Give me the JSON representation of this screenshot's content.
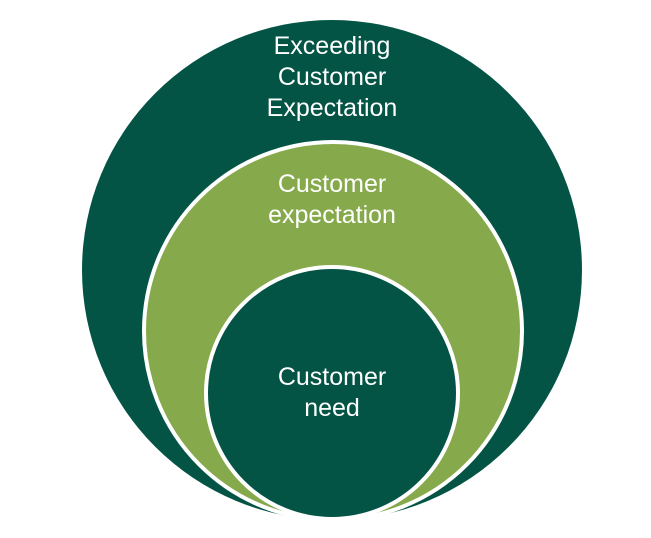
{
  "diagram": {
    "type": "nested-circles",
    "layers": [
      {
        "id": "outer",
        "label": "Exceeding\nCustomer\nExpectation",
        "color": "#045446"
      },
      {
        "id": "middle",
        "label": "Customer\nexpectation",
        "color": "#86a94b"
      },
      {
        "id": "inner",
        "label": "Customer\nneed",
        "color": "#045446"
      }
    ]
  }
}
